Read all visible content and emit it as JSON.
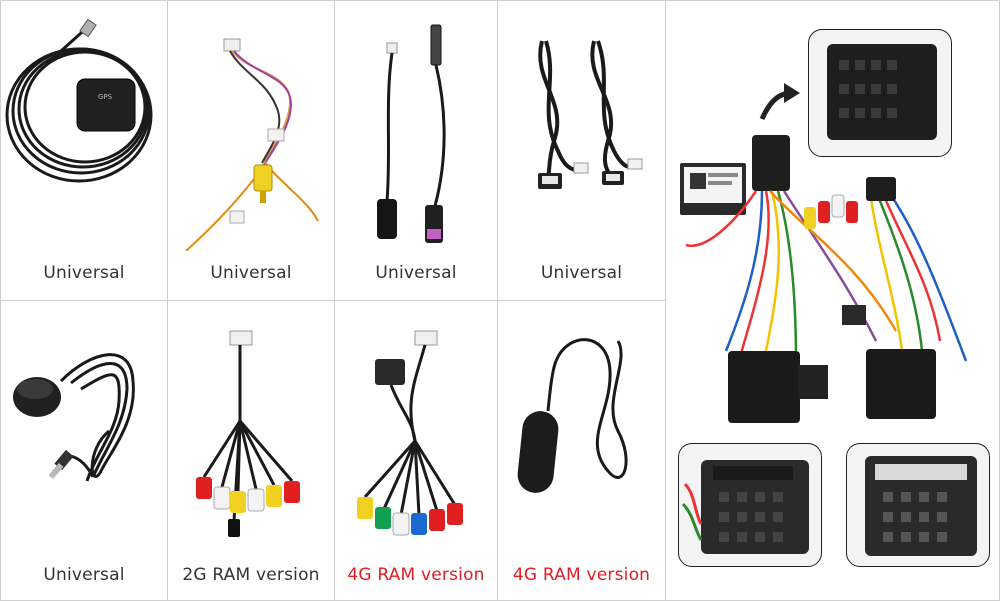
{
  "colors": {
    "caption_text": "#333333",
    "caption_highlight": "#e31b23",
    "cable": "#1a1a1a",
    "divider": "#d0d0d0"
  },
  "cells": [
    {
      "label": "Universal",
      "highlight": false,
      "item": "gps-antenna"
    },
    {
      "label": "Universal",
      "highlight": false,
      "item": "camera-cable"
    },
    {
      "label": "Universal",
      "highlight": false,
      "item": "radio-antenna-adapter"
    },
    {
      "label": "Universal",
      "highlight": false,
      "item": "usb-cables"
    },
    {
      "label": "Universal",
      "highlight": false,
      "item": "microphone"
    },
    {
      "label": "2G RAM version",
      "highlight": false,
      "item": "rca-cable"
    },
    {
      "label": "4G RAM version",
      "highlight": true,
      "item": "rca-cable-extended"
    },
    {
      "label": "4G RAM version",
      "highlight": true,
      "item": "gsm-antenna"
    }
  ],
  "gps_module_label": "GPS",
  "icons": [
    "gps-icon",
    "arrow-icon",
    "connector-icon",
    "rca-plug-icon",
    "usb-plug-icon"
  ]
}
